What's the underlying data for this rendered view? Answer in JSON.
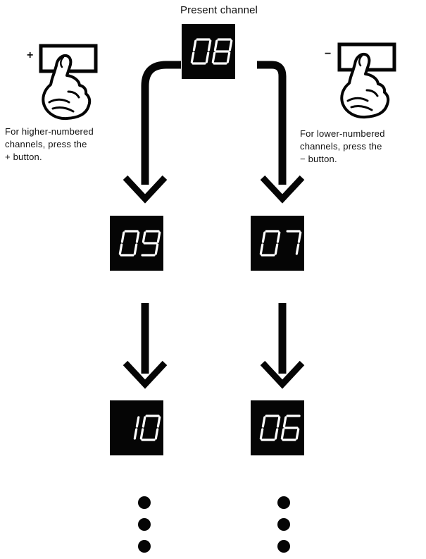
{
  "title": "Present channel",
  "left_note": "For higher-numbered\nchannels, press the\n+ button.",
  "right_note": "For lower-numbered\nchannels, press the\n− button.",
  "plus_sign": "+",
  "minus_sign": "−",
  "channels": {
    "present": "08",
    "higher_1": "09",
    "higher_2": "10",
    "lower_1": "07",
    "lower_2": "06"
  },
  "icons": {
    "plus_button": "hand-pressing-button-icon",
    "minus_button": "hand-pressing-button-icon",
    "ellipsis": "vertical-ellipsis-icon"
  }
}
